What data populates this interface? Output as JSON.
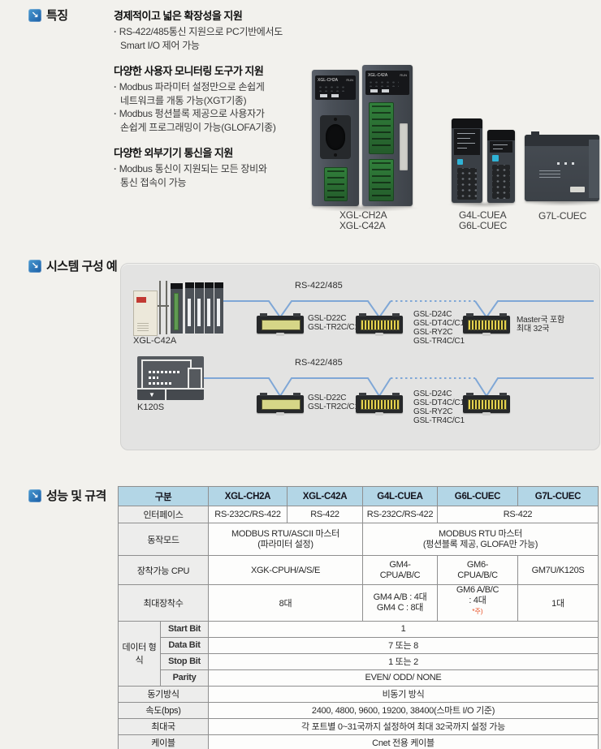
{
  "colors": {
    "accent_blue": "#1b5ea6",
    "table_header_bg": "#b3d6e6",
    "bus_line_blue": "#7fa7d6",
    "note_red": "#e8491d"
  },
  "sections": {
    "features": {
      "title": "특징"
    },
    "system": {
      "title": "시스템 구성 예"
    },
    "specs": {
      "title": "성능 및 규격"
    }
  },
  "features": {
    "groups": [
      {
        "heading": "경제적이고 넓은 확장성을 지원",
        "lines": [
          "RS-422/485통신 지원으로 PC기반에서도",
          "Smart I/O 제어 가능"
        ]
      },
      {
        "heading": "다양한 사용자 모니터링 도구가 지원",
        "lines": [
          "Modbus 파라미터 설정만으로 손쉽게",
          "네트워크를 개통 가능(XGT기종)",
          "Modbus 펑션블록 제공으로 사용자가",
          "손쉽게 프로그래밍이 가능(GLOFA기종)"
        ]
      },
      {
        "heading": "다양한 외부기기 통신을 지원",
        "lines": [
          "Modbus 통신이 지원되는 모든 장비와",
          "통신 접속이 가능"
        ]
      }
    ]
  },
  "products": {
    "face1": "XGL-CH2A",
    "face2": "XGL-C42A",
    "run_label": "RUN",
    "caption1_line1": "XGL-CH2A",
    "caption1_line2": "XGL-C42A",
    "caption2_line1": "G4L-CUEA",
    "caption2_line2": "G6L-CUEC",
    "caption3": "G7L-CUEC"
  },
  "system": {
    "bus_label": "RS-422/485",
    "row1": {
      "device_label": "XGL-C42A",
      "drop1_line1": "GSL-D22C",
      "drop1_line2": "GSL-TR2C/C1",
      "drop2_line1": "GSL-D24C",
      "drop2_line2": "GSL-DT4C/C1",
      "drop2_line3": "GSL-RY2C",
      "drop2_line4": "GSL-TR4C/C1",
      "drop3_line1": "Master국 포함",
      "drop3_line2": "최대 32국"
    },
    "row2": {
      "device_label": "K120S",
      "drop1_line1": "GSL-D22C",
      "drop1_line2": "GSL-TR2C/C1",
      "drop2_line1": "GSL-D24C",
      "drop2_line2": "GSL-DT4C/C1",
      "drop2_line3": "GSL-RY2C",
      "drop2_line4": "GSL-TR4C/C1"
    }
  },
  "spec_table": {
    "header": [
      "구분",
      "XGL-CH2A",
      "XGL-C42A",
      "G4L-CUEA",
      "G6L-CUEC",
      "G7L-CUEC"
    ],
    "interface": {
      "label": "인터페이스",
      "v1": "RS-232C/RS-422",
      "v2": "RS-422",
      "v3": "RS-232C/RS-422",
      "v45": "RS-422"
    },
    "mode": {
      "label": "동작모드",
      "v12_l1": "MODBUS RTU/ASCII 마스터",
      "v12_l2": "(파라미터 설정)",
      "v345_l1": "MODBUS RTU 마스터",
      "v345_l2": "(펑션블록 제공, GLOFA만 가능)"
    },
    "cpu": {
      "label": "장착가능 CPU",
      "v12": "XGK-CPUH/A/S/E",
      "v3_l1": "GM4-",
      "v3_l2": "CPUA/B/C",
      "v4_l1": "GM6-",
      "v4_l2": "CPUA/B/C",
      "v5": "GM7U/K120S"
    },
    "max_mount": {
      "label": "최대장착수",
      "v12": "8대",
      "v3_l1": "GM4 A/B : 4대",
      "v3_l2": "GM4 C : 8대",
      "v4_l1": "GM6 A/B/C",
      "v4_l2": ": 4대",
      "v4_note": "*주)",
      "v5": "1대"
    },
    "data_format": {
      "group_label": "데이터 형식",
      "start_bit_label": "Start Bit",
      "start_bit_value": "1",
      "data_bit_label": "Data Bit",
      "data_bit_value": "7 또는 8",
      "stop_bit_label": "Stop Bit",
      "stop_bit_value": "1 또는 2",
      "parity_label": "Parity",
      "parity_value": "EVEN/ ODD/ NONE"
    },
    "sync": {
      "label": "동기방식",
      "value": "비동기 방식"
    },
    "speed": {
      "label": "속도(bps)",
      "value": "2400, 4800, 9600, 19200, 38400(스마트 I/O 기준)"
    },
    "max_station": {
      "label": "최대국",
      "value": "각 포트별 0~31국까지 설정하여 최대 32국까지 설정 가능"
    },
    "cable": {
      "label": "케이블",
      "value": "Cnet 전용 케이블"
    }
  }
}
